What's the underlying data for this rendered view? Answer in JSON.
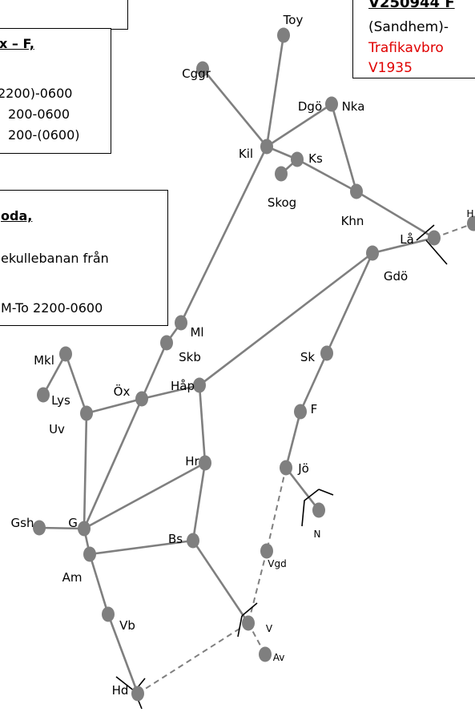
{
  "nodes": [
    {
      "id": "toy",
      "label": "Toy"
    },
    {
      "id": "cggr",
      "label": "Cggr"
    },
    {
      "id": "dgo",
      "label": "Dgö"
    },
    {
      "id": "nka",
      "label": "Nka"
    },
    {
      "id": "kil",
      "label": "Kil"
    },
    {
      "id": "ks",
      "label": "Ks"
    },
    {
      "id": "skog",
      "label": "Skog"
    },
    {
      "id": "khn",
      "label": "Khn"
    },
    {
      "id": "la",
      "label": "Lå"
    },
    {
      "id": "h",
      "label": "H"
    },
    {
      "id": "gdo",
      "label": "Gdö"
    },
    {
      "id": "ml",
      "label": "Ml"
    },
    {
      "id": "skb",
      "label": "Skb"
    },
    {
      "id": "mkl",
      "label": "Mkl"
    },
    {
      "id": "lys",
      "label": "Lys"
    },
    {
      "id": "uv",
      "label": "Uv"
    },
    {
      "id": "ox",
      "label": "Öx"
    },
    {
      "id": "hap",
      "label": "Håp"
    },
    {
      "id": "sk",
      "label": "Sk"
    },
    {
      "id": "f",
      "label": "F"
    },
    {
      "id": "hr",
      "label": "Hr"
    },
    {
      "id": "jo",
      "label": "Jö"
    },
    {
      "id": "n",
      "label": "N"
    },
    {
      "id": "gsh",
      "label": "Gsh"
    },
    {
      "id": "g",
      "label": "G"
    },
    {
      "id": "bs",
      "label": "Bs"
    },
    {
      "id": "vgd",
      "label": "Vgd"
    },
    {
      "id": "am",
      "label": "Am"
    },
    {
      "id": "vb",
      "label": "Vb"
    },
    {
      "id": "v",
      "label": "V"
    },
    {
      "id": "av",
      "label": "Av"
    },
    {
      "id": "hd",
      "label": "Hd"
    }
  ],
  "edges": [
    [
      "toy",
      "kil"
    ],
    [
      "cggr",
      "kil"
    ],
    [
      "kil",
      "dgo"
    ],
    [
      "dgo",
      "nka"
    ],
    [
      "nka",
      "khn"
    ],
    [
      "kil",
      "ks"
    ],
    [
      "ks",
      "skog"
    ],
    [
      "ks",
      "khn"
    ],
    [
      "khn",
      "la"
    ],
    [
      "gdo",
      "la"
    ],
    [
      "kil",
      "ml"
    ],
    [
      "ml",
      "skb"
    ],
    [
      "gdo",
      "hap"
    ],
    [
      "hap",
      "ox"
    ],
    [
      "gdo",
      "sk"
    ],
    [
      "sk",
      "f"
    ],
    [
      "f",
      "jo"
    ],
    [
      "jo",
      "n"
    ],
    [
      "mkl",
      "lys"
    ],
    [
      "mkl",
      "uv"
    ],
    [
      "uv",
      "ox"
    ],
    [
      "uv",
      "g"
    ],
    [
      "ox",
      "g"
    ],
    [
      "skb",
      "ox"
    ],
    [
      "hap",
      "hr"
    ],
    [
      "hr",
      "g"
    ],
    [
      "hr",
      "bs"
    ],
    [
      "gsh",
      "g"
    ],
    [
      "g",
      "am"
    ],
    [
      "am",
      "bs"
    ],
    [
      "am",
      "vb"
    ],
    [
      "bs",
      "v"
    ],
    [
      "vb",
      "hd"
    ]
  ],
  "dashed_edges": [
    [
      "la",
      "h"
    ],
    [
      "jo",
      "vgd"
    ],
    [
      "vgd",
      "v"
    ],
    [
      "v",
      "av"
    ],
    [
      "hd",
      "v"
    ]
  ],
  "boxes": {
    "top_left": {
      "lines": [
        ""
      ]
    },
    "fx": {
      "title": "x – F,",
      "lines": [
        "2200)-0600",
        "200-0600",
        "200-(0600)"
      ]
    },
    "oda": {
      "title": "oda,",
      "lines": [
        "ekullebanan från",
        "M-To 2200-0600"
      ]
    },
    "v250944": {
      "title": "V250944 F",
      "line1": "(Sandhem)-",
      "red1": "Trafikavbro",
      "red2": "V1935"
    }
  },
  "colors": {
    "node": "#7f7f7f",
    "text": "#000000",
    "alert": "#e00000"
  }
}
